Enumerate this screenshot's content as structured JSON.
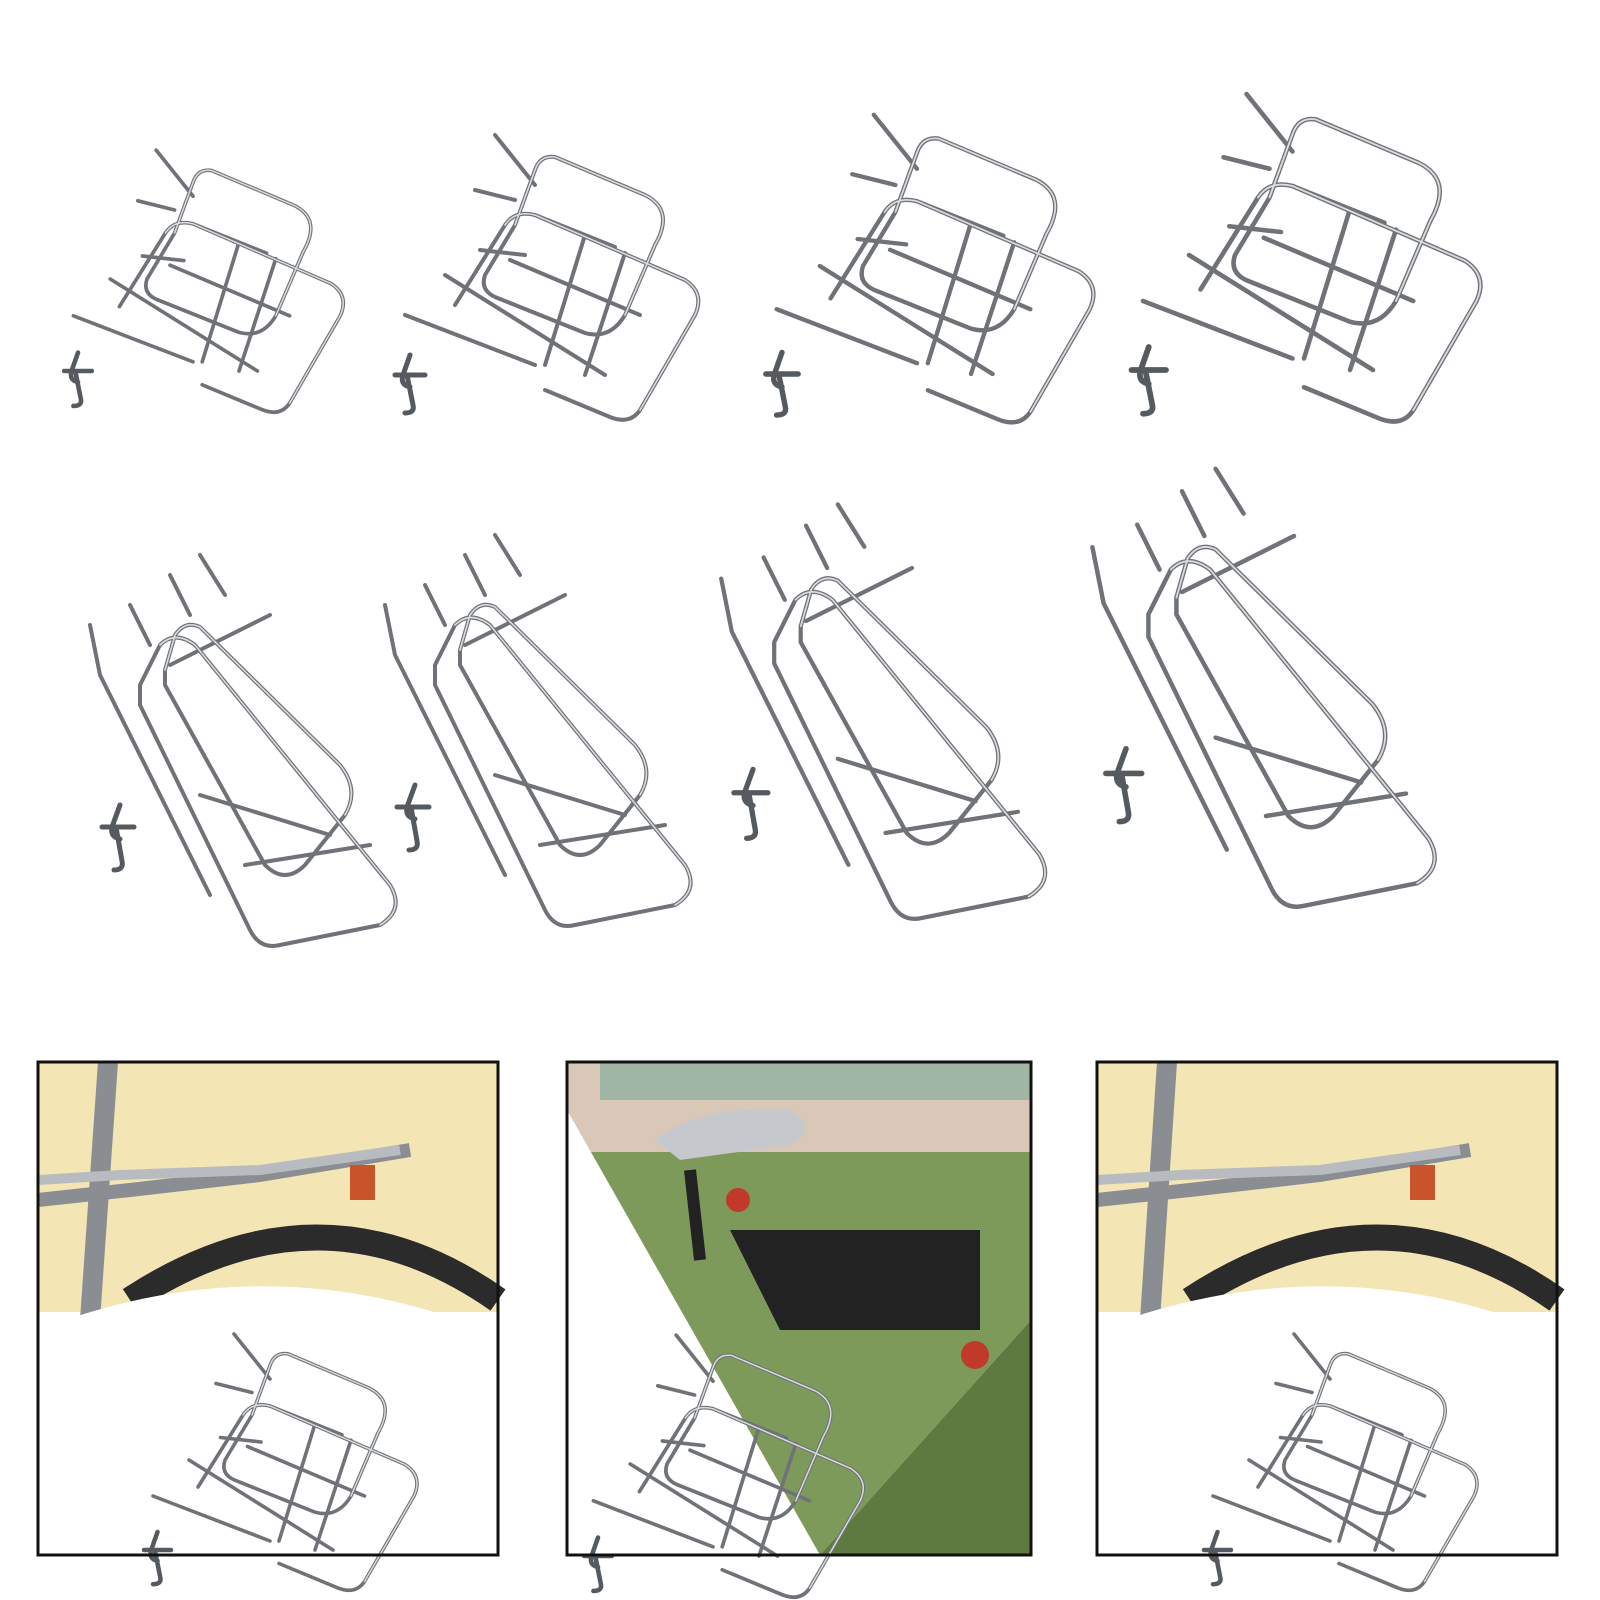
{
  "image": {
    "kind": "product-photo-collage",
    "background_color": "#ffffff",
    "subject": "bicycle-rear-rack-front-rack-frames",
    "top_grid": {
      "rows": 2,
      "columns": 4,
      "items": [
        {
          "icon": "rack-frame-icon",
          "row": 1,
          "col": 1
        },
        {
          "icon": "rack-frame-icon",
          "row": 1,
          "col": 2
        },
        {
          "icon": "rack-frame-icon",
          "row": 1,
          "col": 3
        },
        {
          "icon": "rack-frame-icon",
          "row": 1,
          "col": 4
        },
        {
          "icon": "long-rack-frame-icon",
          "row": 2,
          "col": 1
        },
        {
          "icon": "long-rack-frame-icon",
          "row": 2,
          "col": 2
        },
        {
          "icon": "long-rack-frame-icon",
          "row": 2,
          "col": 3
        },
        {
          "icon": "long-rack-frame-icon",
          "row": 2,
          "col": 4
        }
      ]
    },
    "bottom_panels": [
      {
        "scene": "rack-mounted-on-bike-wall",
        "backdrop_color": "#f3e5b4",
        "frame_color": "#111111"
      },
      {
        "scene": "rack-mounted-on-bike-grass",
        "backdrop_color": "#7e9a5a",
        "frame_color": "#111111"
      },
      {
        "scene": "rack-mounted-on-bike-wall",
        "backdrop_color": "#f3e5b4",
        "frame_color": "#111111"
      }
    ]
  }
}
